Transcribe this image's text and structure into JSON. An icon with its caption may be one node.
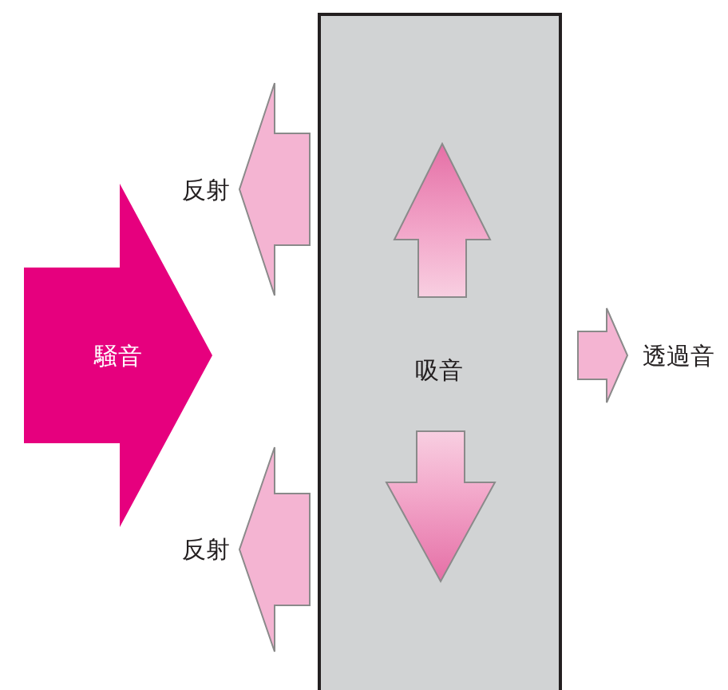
{
  "diagram": {
    "nodes": [
      {
        "text": [
          "吸音"
        ]
      },
      {
        "text": [],
        "shape": "arrow",
        "in": 0
      },
      {
        "text": [],
        "shape": "arrow",
        "in": 0
      },
      {
        "text": [],
        "shape": "arrow",
        "beside": [
          "反射"
        ]
      },
      {
        "text": [
          "騒音"
        ]
      },
      {
        "text": [],
        "shape": "arrow",
        "beside": [
          "反射"
        ]
      },
      {
        "text": [],
        "shape": "arrow",
        "beside": [
          "透過音"
        ]
      }
    ],
    "edges": []
  }
}
